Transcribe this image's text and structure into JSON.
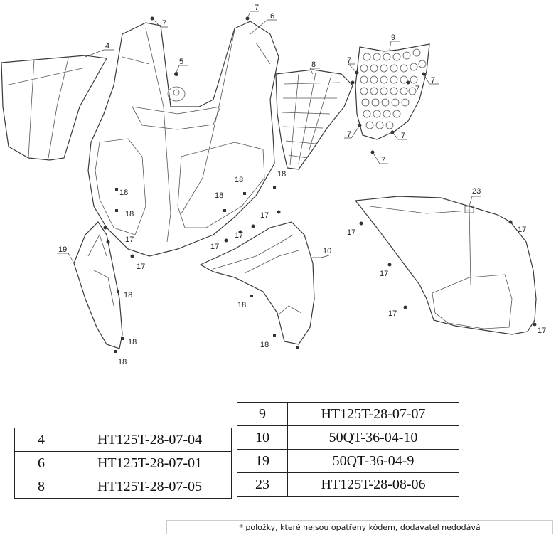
{
  "callouts": {
    "c4": "4",
    "c5": "5",
    "c6": "6",
    "c7a": "7",
    "c7b": "7",
    "c7c": "7",
    "c7d": "7",
    "c7e": "7",
    "c7f": "7",
    "c7g": "7",
    "c7h": "7",
    "c8": "8",
    "c9": "9",
    "c10": "10",
    "c17a": "17",
    "c17b": "17",
    "c17c": "17",
    "c17d": "17",
    "c17e": "17",
    "c17f": "17",
    "c17g": "17",
    "c17h": "17",
    "c17i": "17",
    "c17j": "17",
    "c18a": "18",
    "c18b": "18",
    "c18c": "18",
    "c18d": "18",
    "c18e": "18",
    "c18f": "18",
    "c18g": "18",
    "c18h": "18",
    "c18i": "18",
    "c18j": "18",
    "c19": "19",
    "c23": "23"
  },
  "parts_table_left": [
    {
      "num": "4",
      "code": "HT125T-28-07-04"
    },
    {
      "num": "6",
      "code": "HT125T-28-07-01"
    },
    {
      "num": "8",
      "code": "HT125T-28-07-05"
    }
  ],
  "parts_table_right": [
    {
      "num": "9",
      "code": "HT125T-28-07-07"
    },
    {
      "num": "10",
      "code": "50QT-36-04-10"
    },
    {
      "num": "19",
      "code": "50QT-36-04-9"
    },
    {
      "num": "23",
      "code": "HT125T-28-08-06"
    }
  ],
  "footnote": "* položky, které nejsou opatřeny kódem, dodavatel nedodává"
}
